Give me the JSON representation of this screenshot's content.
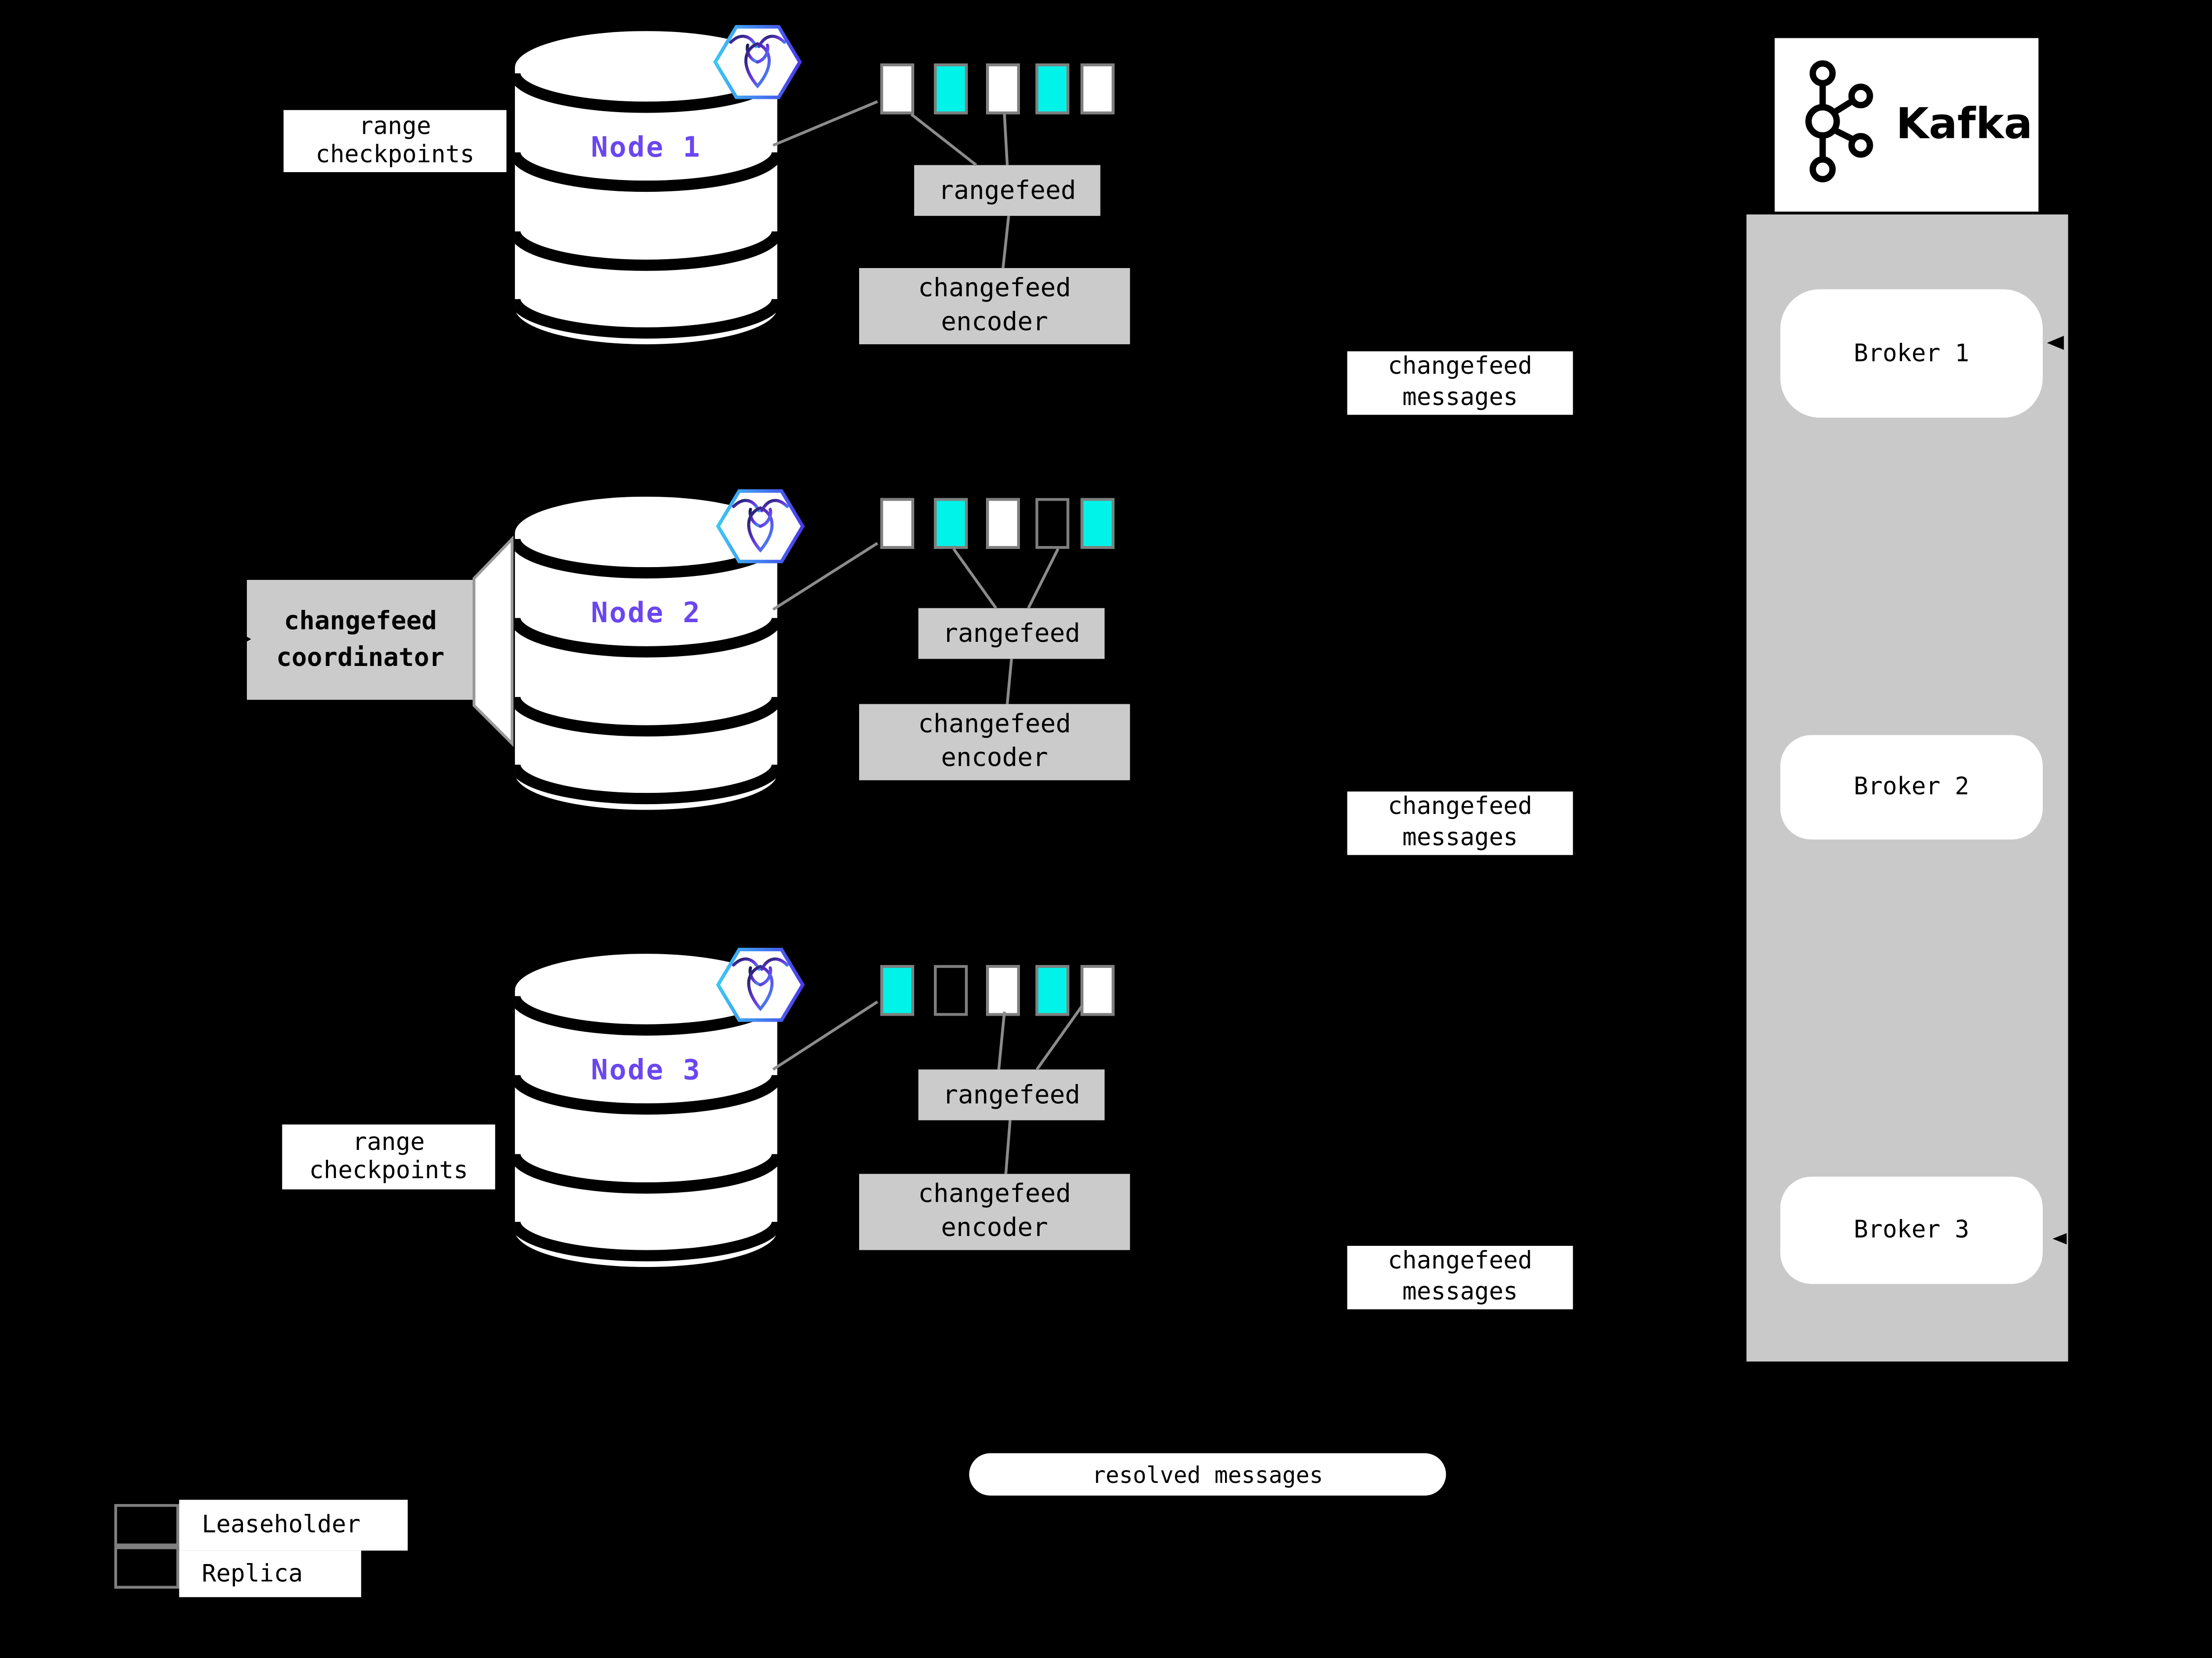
{
  "nodes": [
    {
      "name": "Node 1",
      "checkpoints": {
        "line1": "range",
        "line2": "checkpoints"
      },
      "blocks": [
        "replica",
        "leaseholder",
        "replica",
        "leaseholder",
        "replica"
      ],
      "rangefeed_label": "rangefeed",
      "encoder": {
        "line1": "changefeed",
        "line2": "encoder"
      },
      "messages": {
        "line1": "changefeed",
        "line2": "messages"
      }
    },
    {
      "name": "Node 2",
      "coordinator": {
        "line1": "changefeed",
        "line2": "coordinator"
      },
      "blocks": [
        "replica",
        "leaseholder",
        "replica",
        "empty",
        "leaseholder"
      ],
      "rangefeed_label": "rangefeed",
      "encoder": {
        "line1": "changefeed",
        "line2": "encoder"
      },
      "messages": {
        "line1": "changefeed",
        "line2": "messages"
      }
    },
    {
      "name": "Node 3",
      "checkpoints": {
        "line1": "range",
        "line2": "checkpoints"
      },
      "blocks": [
        "leaseholder",
        "empty",
        "replica",
        "leaseholder",
        "replica"
      ],
      "rangefeed_label": "rangefeed",
      "encoder": {
        "line1": "changefeed",
        "line2": "encoder"
      },
      "messages": {
        "line1": "changefeed",
        "line2": "messages"
      }
    }
  ],
  "kafka": {
    "title": "Kafka",
    "brokers": [
      "Broker 1",
      "Broker 2",
      "Broker 3"
    ]
  },
  "resolved_label": "resolved messages",
  "legend": [
    {
      "label": "Leaseholder",
      "type": "leaseholder"
    },
    {
      "label": "Replica",
      "type": "replica"
    }
  ],
  "icons": [
    "cockroachdb-hexagon-icon",
    "kafka-logo-icon",
    "arrowhead-icon"
  ],
  "colors": {
    "background": "#000000",
    "leaseholder": "#00F3E8",
    "replica": "#FFFFFF",
    "empty_range": "#000000",
    "node_label_purple": "#6B46F0",
    "panel_gray": "#CBCBCB",
    "kafka_container_gray": "#C9C9C9",
    "connector_gray": "#8C8C8C",
    "block_border_gray": "#7F7F7F",
    "hex_gradient_start": "#3BC7F5",
    "hex_gradient_end": "#4A3AEA"
  }
}
